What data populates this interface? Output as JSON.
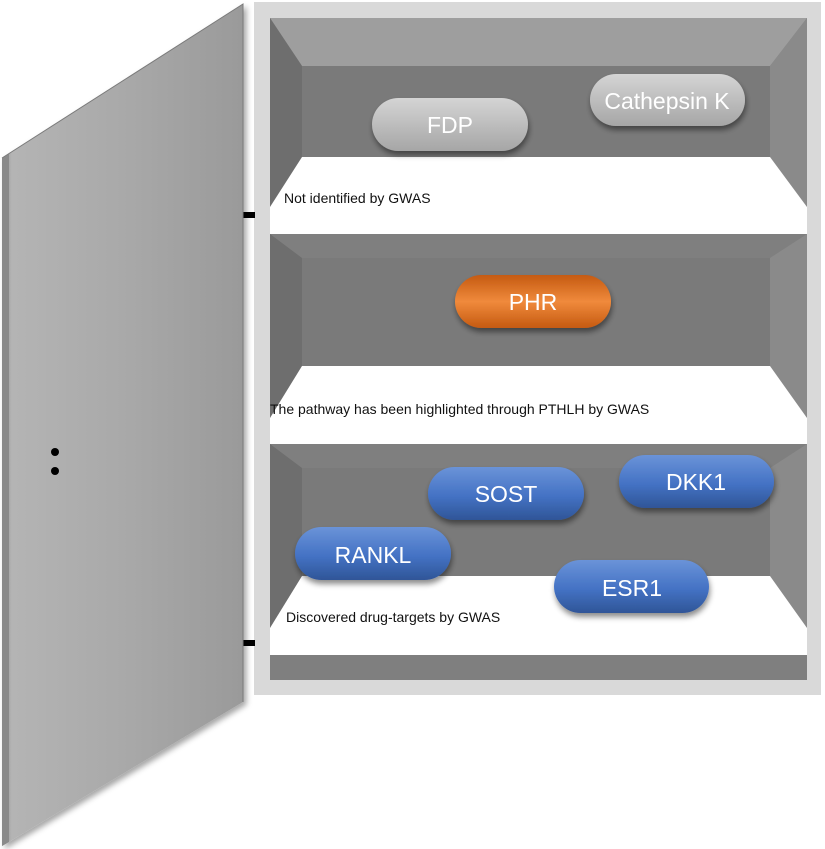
{
  "shelves": [
    {
      "label": "Not identified by GWAS",
      "pills": [
        {
          "text": "FDP",
          "color": "gray"
        },
        {
          "text": "Cathepsin K",
          "color": "gray"
        }
      ]
    },
    {
      "label": "The pathway has been highlighted through PTHLH by GWAS",
      "pills": [
        {
          "text": "PHR",
          "color": "orange"
        }
      ]
    },
    {
      "label": "Discovered drug-targets by GWAS",
      "pills": [
        {
          "text": "SOST",
          "color": "blue"
        },
        {
          "text": "DKK1",
          "color": "blue"
        },
        {
          "text": "RANKL",
          "color": "blue"
        },
        {
          "text": "ESR1",
          "color": "blue"
        }
      ]
    }
  ],
  "colors": {
    "door": "#a8a8a8",
    "cabinet_frame": "#d9d9d9",
    "cabinet_interior": "#7f7f7f",
    "shelf": "#ffffff",
    "pill_gray": "#c0c0c0",
    "pill_orange": "#e46c0a",
    "pill_blue": "#4472c4"
  }
}
